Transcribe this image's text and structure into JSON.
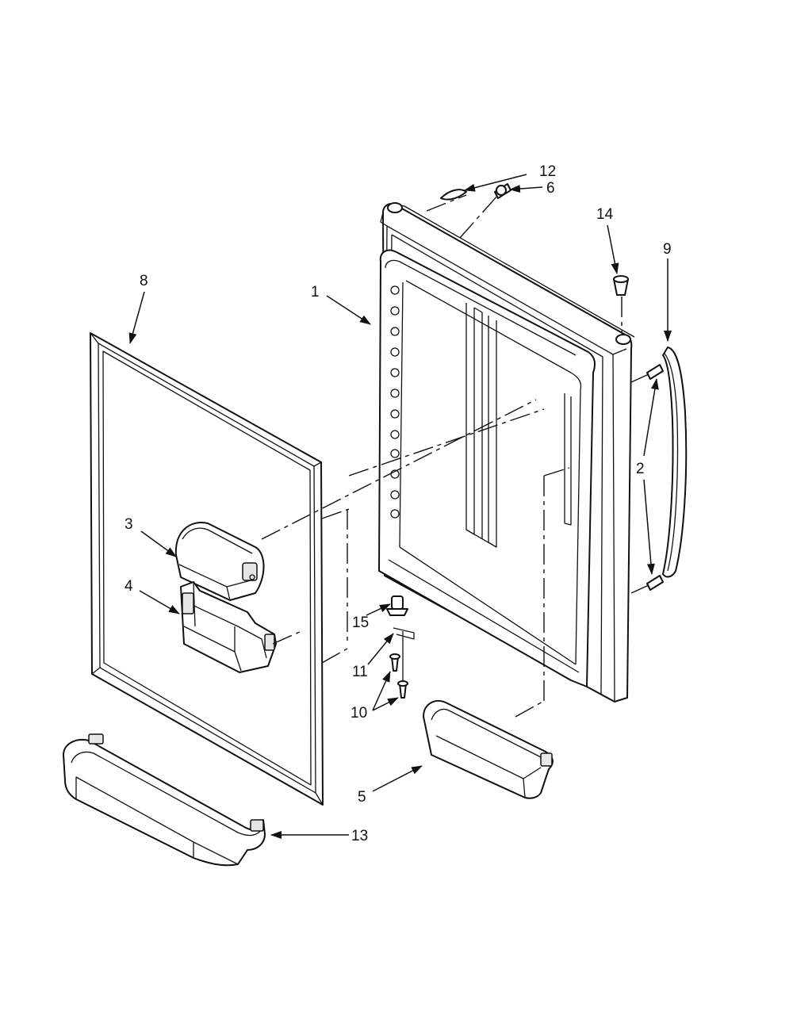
{
  "diagram": {
    "callouts": [
      {
        "id": "c1",
        "label": "1"
      },
      {
        "id": "c2",
        "label": "2"
      },
      {
        "id": "c3",
        "label": "3"
      },
      {
        "id": "c4",
        "label": "4"
      },
      {
        "id": "c5",
        "label": "5"
      },
      {
        "id": "c6",
        "label": "6"
      },
      {
        "id": "c8",
        "label": "8"
      },
      {
        "id": "c9",
        "label": "9"
      },
      {
        "id": "c10",
        "label": "10"
      },
      {
        "id": "c11",
        "label": "11"
      },
      {
        "id": "c12",
        "label": "12"
      },
      {
        "id": "c13",
        "label": "13"
      },
      {
        "id": "c14",
        "label": "14"
      },
      {
        "id": "c15",
        "label": "15"
      }
    ]
  }
}
